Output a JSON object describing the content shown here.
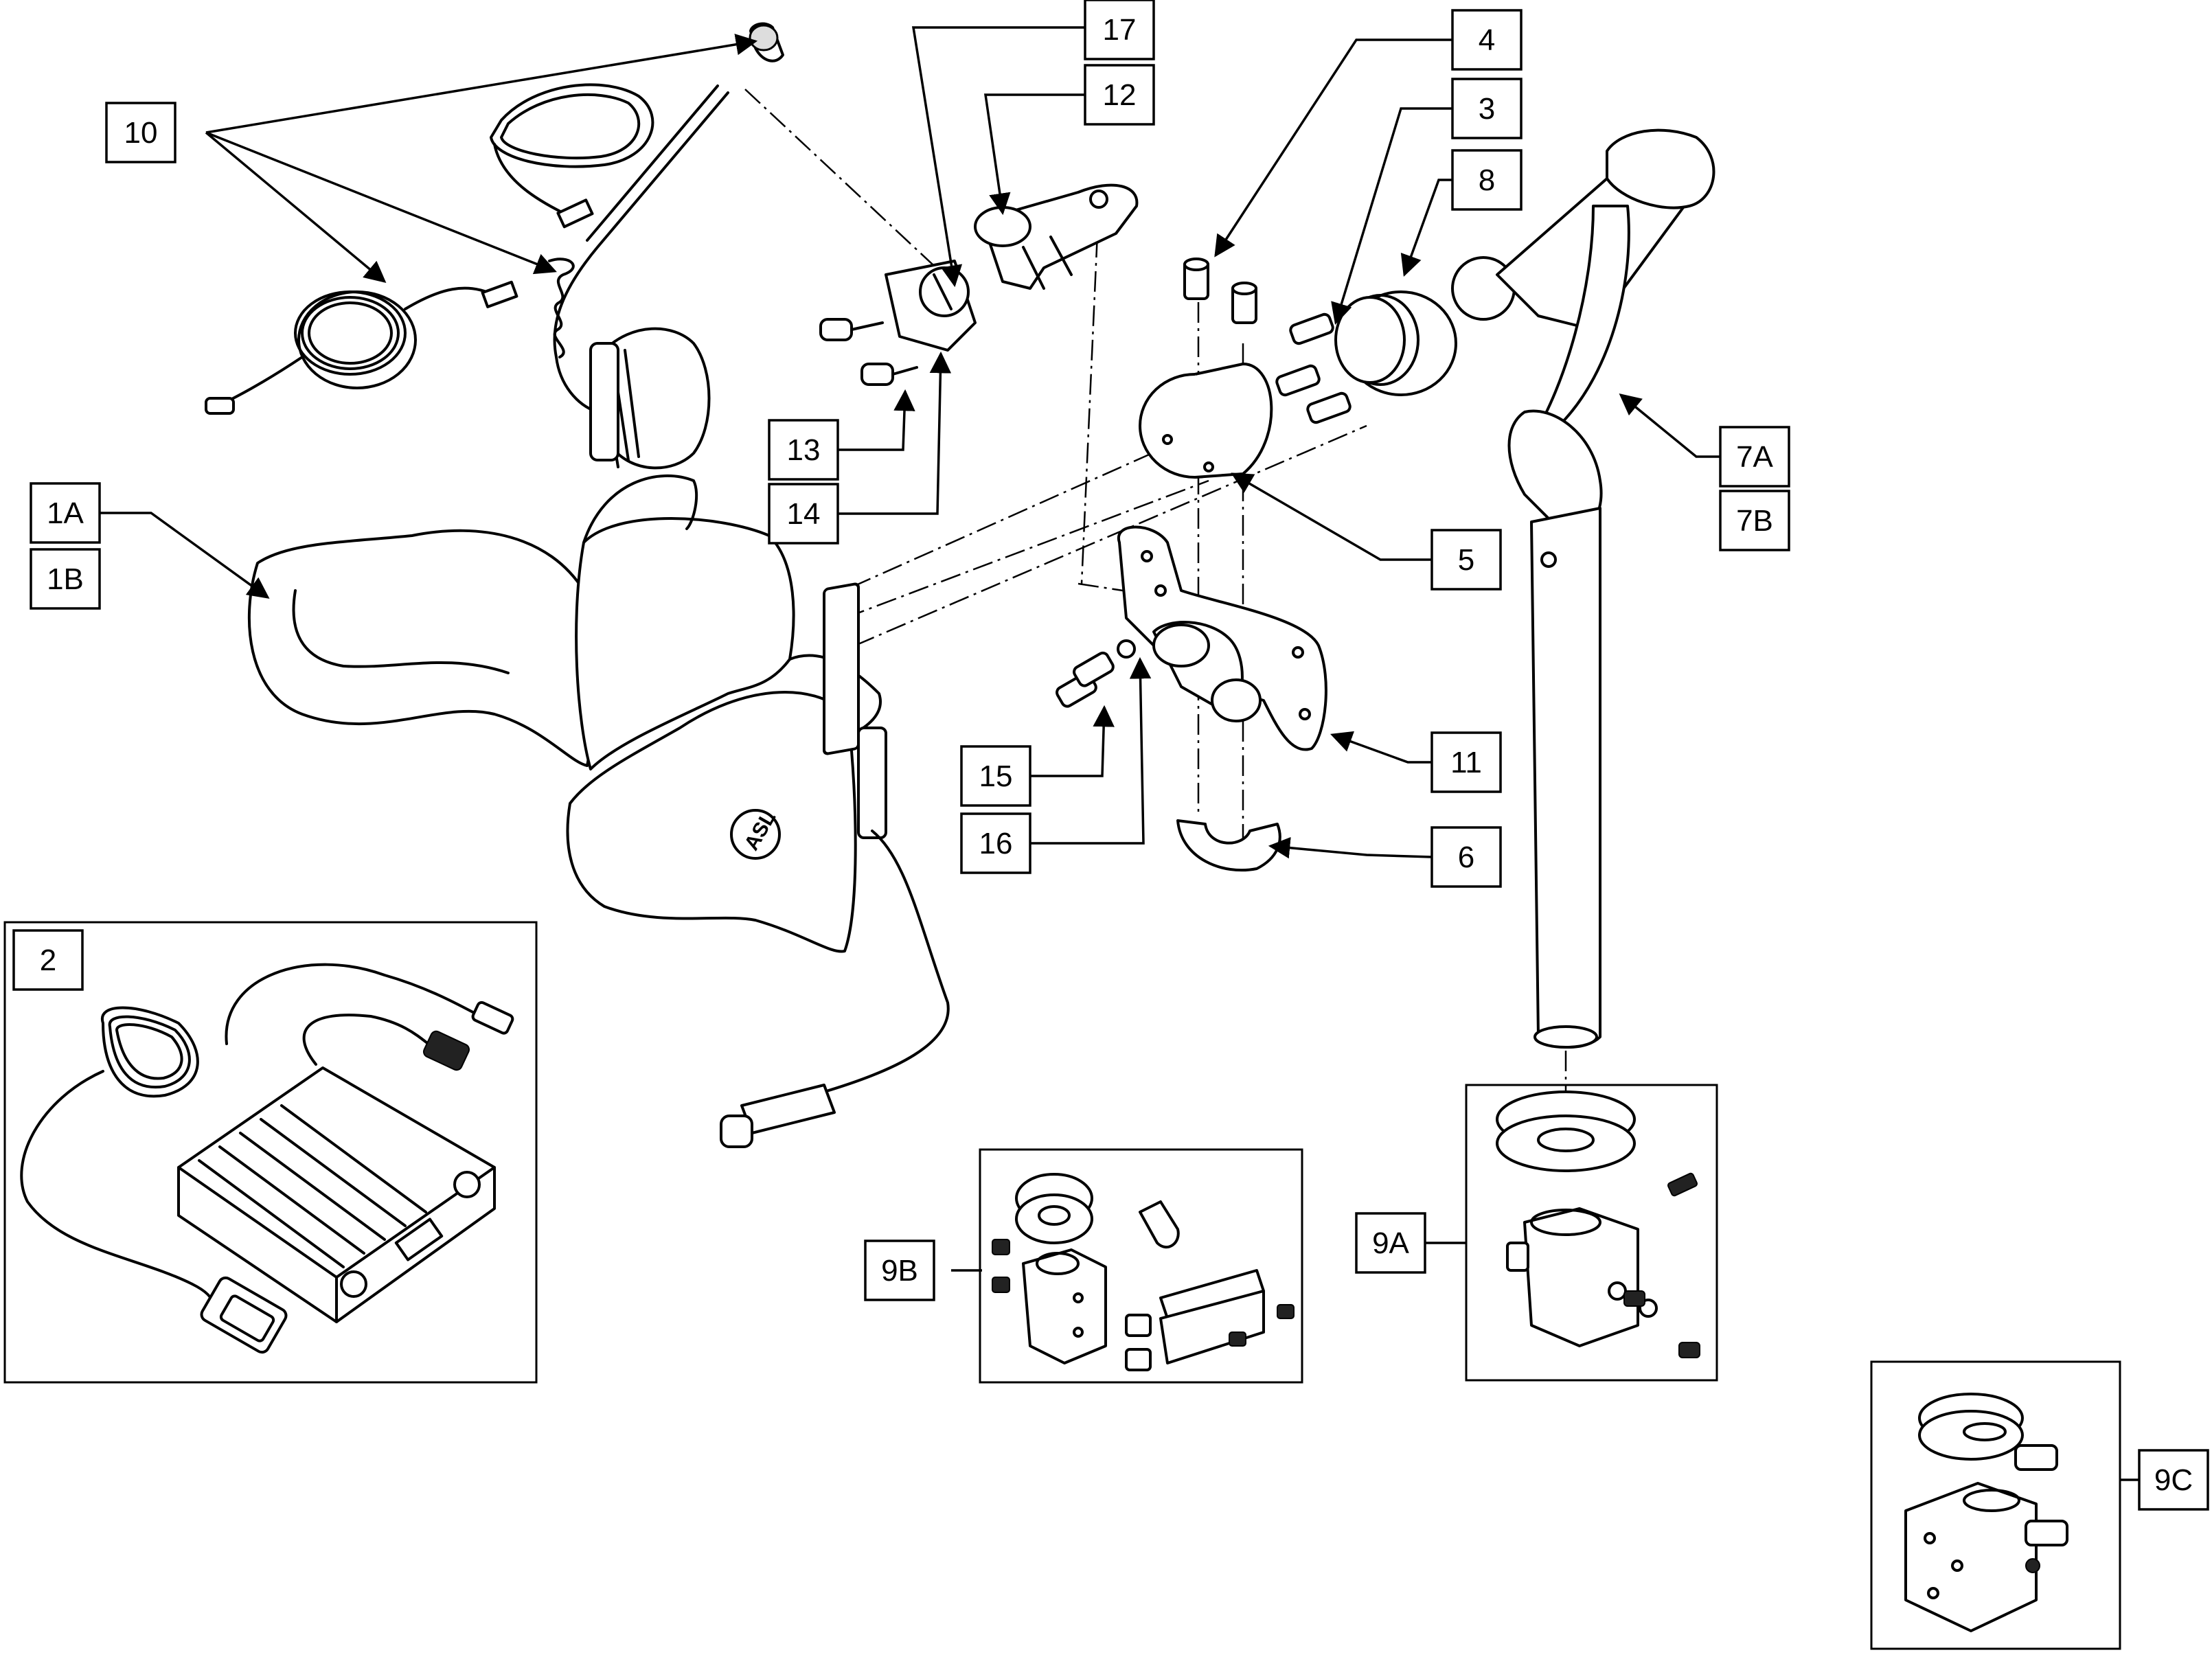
{
  "labels": {
    "l1A": "1A",
    "l1B": "1B",
    "l2": "2",
    "l3": "3",
    "l4": "4",
    "l5": "5",
    "l6": "6",
    "l7A": "7A",
    "l7B": "7B",
    "l8": "8",
    "l9A": "9A",
    "l9B": "9B",
    "l9C": "9C",
    "l10": "10",
    "l11": "11",
    "l12": "12",
    "l13": "13",
    "l14": "14",
    "l15": "15",
    "l16": "16",
    "l17": "17"
  },
  "logo_text": "ASL",
  "colors": {
    "line": "#000000",
    "background": "#ffffff"
  }
}
